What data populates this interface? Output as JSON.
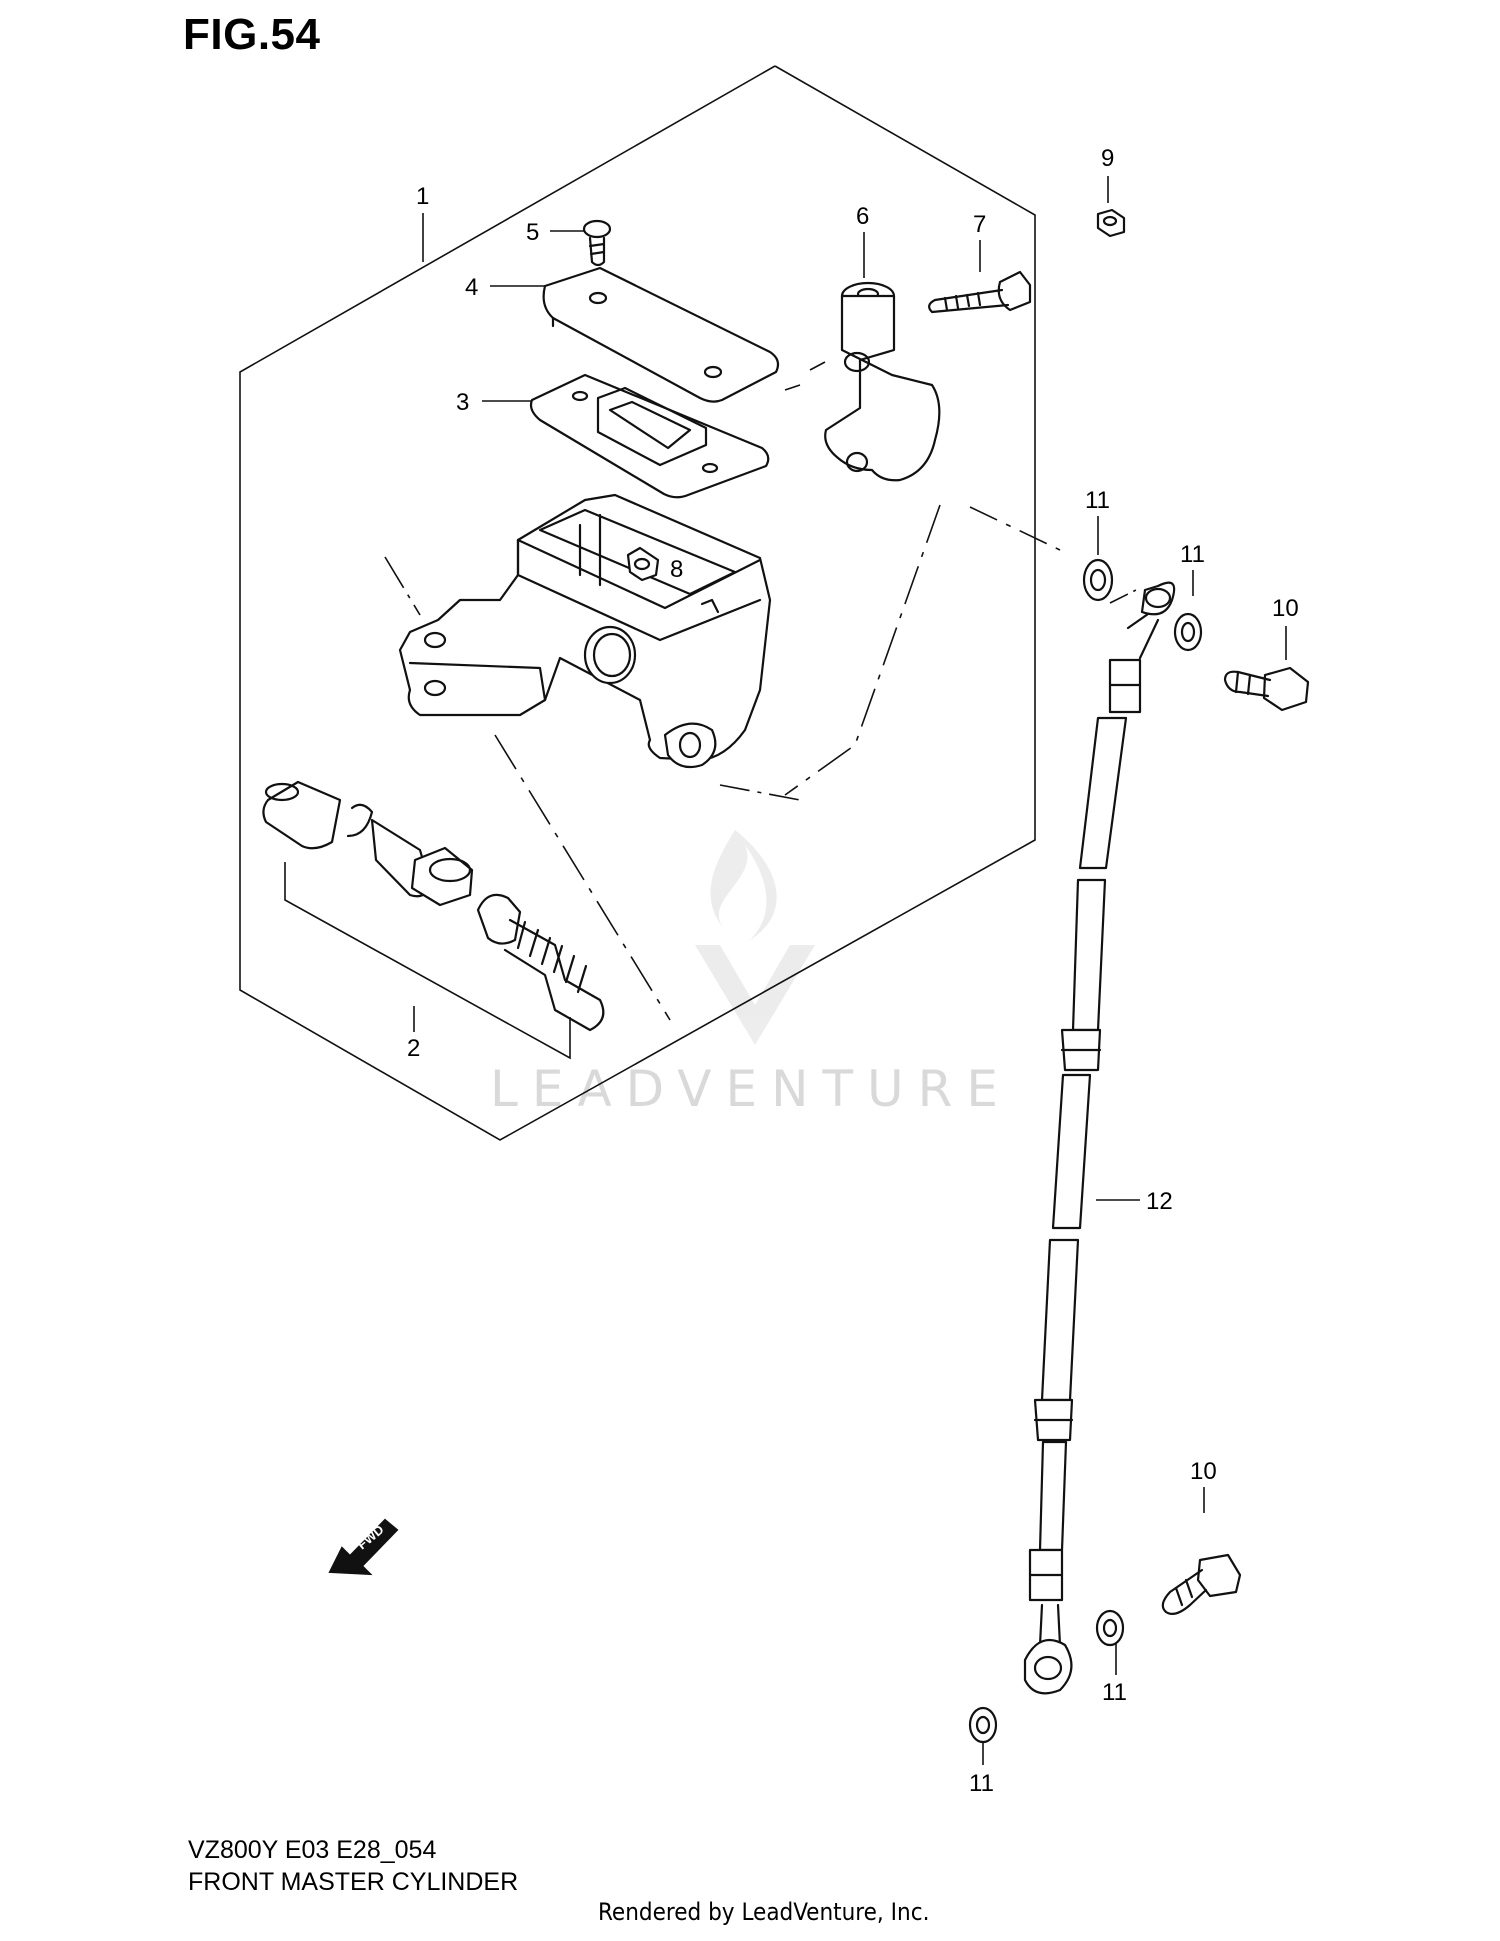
{
  "figure_title": "FIG.54",
  "model_code": "VZ800Y E03 E28_054",
  "assembly_name": "FRONT MASTER CYLINDER",
  "render_note": "Rendered by LeadVenture, Inc.",
  "watermark": "LEADVENTURE",
  "fwd_label": "FWD",
  "callouts": {
    "c1": "1",
    "c2": "2",
    "c3": "3",
    "c4": "4",
    "c5": "5",
    "c6": "6",
    "c7": "7",
    "c8": "8",
    "c9": "9",
    "c10a": "10",
    "c10b": "10",
    "c11a": "11",
    "c11b": "11",
    "c11c": "11",
    "c11d": "11",
    "c12": "12"
  }
}
